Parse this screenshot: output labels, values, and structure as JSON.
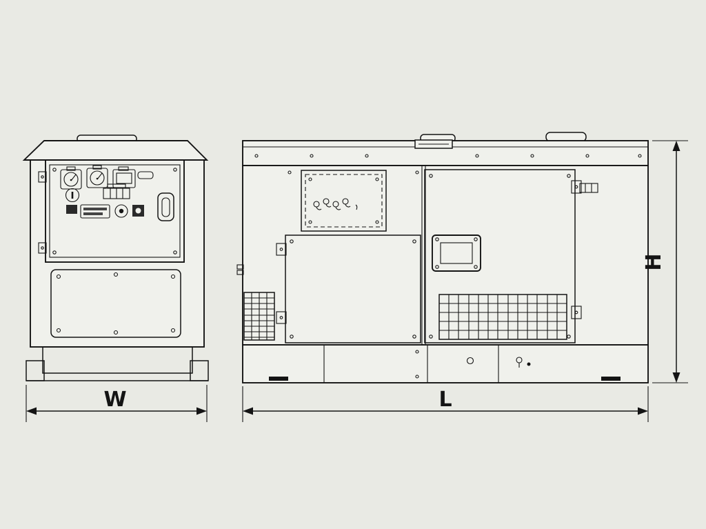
{
  "dimension_labels": {
    "width": "W",
    "length": "L",
    "height": "H"
  },
  "colors": {
    "background": "#e9eae4",
    "line": "#141414",
    "panel_fill": "#f0f1ec",
    "dark_detail": "#2a2a2a"
  }
}
